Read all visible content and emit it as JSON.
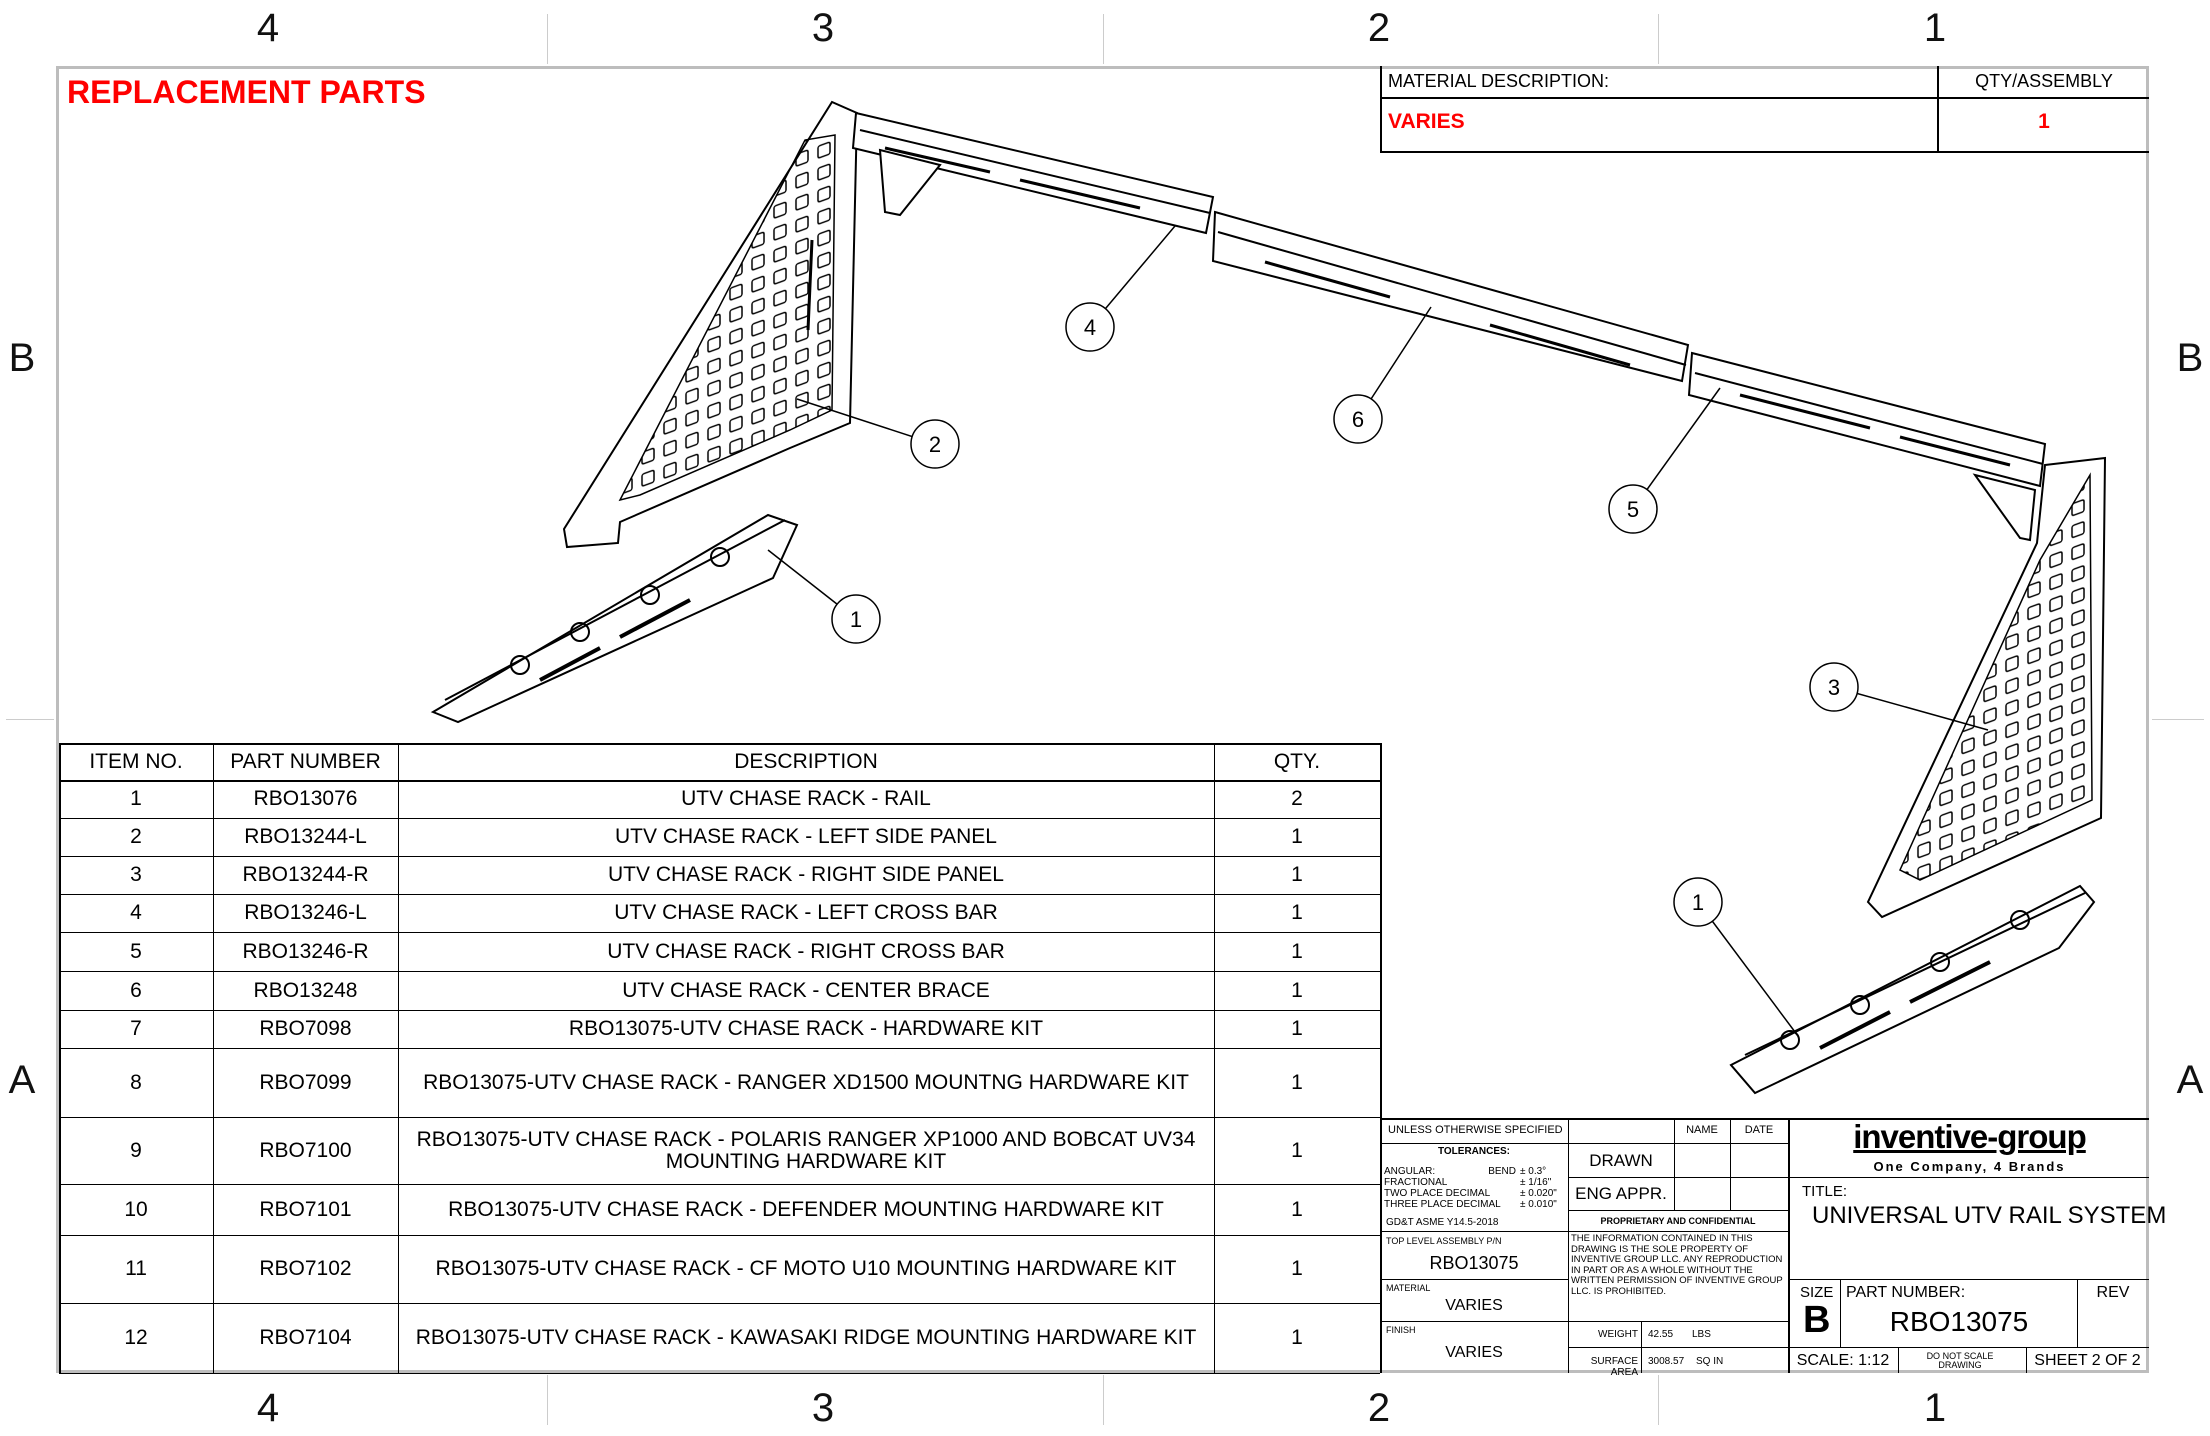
{
  "zones": {
    "columns": [
      "4",
      "3",
      "2",
      "1"
    ],
    "rows": [
      "B",
      "A"
    ]
  },
  "heading": "REPLACEMENT PARTS",
  "material_block": {
    "description_label": "MATERIAL DESCRIPTION:",
    "qty_label": "QTY/ASSEMBLY",
    "description_value": "VARIES",
    "qty_value": "1"
  },
  "balloons": [
    "4",
    "2",
    "6",
    "5",
    "1",
    "3",
    "1"
  ],
  "bom": {
    "headers": [
      "ITEM NO.",
      "PART NUMBER",
      "DESCRIPTION",
      "QTY."
    ],
    "rows": [
      {
        "item": "1",
        "part": "RBO13076",
        "desc": "UTV CHASE RACK - RAIL",
        "qty": "2"
      },
      {
        "item": "2",
        "part": "RBO13244-L",
        "desc": "UTV CHASE RACK - LEFT SIDE PANEL",
        "qty": "1"
      },
      {
        "item": "3",
        "part": "RBO13244-R",
        "desc": "UTV CHASE RACK - RIGHT SIDE PANEL",
        "qty": "1"
      },
      {
        "item": "4",
        "part": "RBO13246-L",
        "desc": "UTV CHASE RACK - LEFT CROSS BAR",
        "qty": "1"
      },
      {
        "item": "5",
        "part": "RBO13246-R",
        "desc": "UTV CHASE RACK - RIGHT CROSS BAR",
        "qty": "1"
      },
      {
        "item": "6",
        "part": "RBO13248",
        "desc": "UTV CHASE RACK - CENTER BRACE",
        "qty": "1"
      },
      {
        "item": "7",
        "part": "RBO7098",
        "desc": "RBO13075-UTV CHASE RACK - HARDWARE KIT",
        "qty": "1"
      },
      {
        "item": "8",
        "part": "RBO7099",
        "desc": "RBO13075-UTV CHASE RACK - RANGER XD1500 MOUNTNG HARDWARE KIT",
        "qty": "1"
      },
      {
        "item": "9",
        "part": "RBO7100",
        "desc": "RBO13075-UTV CHASE RACK - POLARIS RANGER XP1000 AND BOBCAT UV34 MOUNTING HARDWARE KIT",
        "qty": "1"
      },
      {
        "item": "10",
        "part": "RBO7101",
        "desc": "RBO13075-UTV CHASE RACK - DEFENDER MOUNTING HARDWARE KIT",
        "qty": "1"
      },
      {
        "item": "11",
        "part": "RBO7102",
        "desc": "RBO13075-UTV CHASE RACK - CF MOTO U10 MOUNTING HARDWARE KIT",
        "qty": "1"
      },
      {
        "item": "12",
        "part": "RBO7104",
        "desc": "RBO13075-UTV CHASE RACK - KAWASAKI RIDGE MOUNTING HARDWARE KIT",
        "qty": "1"
      }
    ]
  },
  "title_block": {
    "unless": "UNLESS OTHERWISE SPECIFIED",
    "name": "NAME",
    "date": "DATE",
    "tolerances": "TOLERANCES:",
    "tol_lines": [
      {
        "label": "ANGULAR:",
        "sub": "BEND",
        "value": "± 0.3°"
      },
      {
        "label": "FRACTIONAL",
        "sub": "",
        "value": "± 1/16\""
      },
      {
        "label": "TWO PLACE DECIMAL",
        "sub": "",
        "value": "± 0.020\""
      },
      {
        "label": "THREE PLACE DECIMAL",
        "sub": "",
        "value": "± 0.010\""
      }
    ],
    "gdt": "GD&T ASME Y14.5-2018",
    "drawn": "DRAWN",
    "eng_appr": "ENG APPR.",
    "proprietary": "PROPRIETARY AND CONFIDENTIAL",
    "confidential_text": "THE INFORMATION CONTAINED IN THIS DRAWING IS THE SOLE PROPERTY OF INVENTIVE GROUP LLC.  ANY REPRODUCTION IN PART OR AS A WHOLE WITHOUT THE WRITTEN PERMISSION OF INVENTIVE GROUP LLC. IS PROHIBITED.",
    "top_level_label": "TOP LEVEL ASSEMBLY P/N",
    "top_level_value": "RBO13075",
    "material_label": "MATERIAL",
    "material_value": "VARIES",
    "finish_label": "FINISH",
    "finish_value": "VARIES",
    "weight_label": "WEIGHT",
    "weight_value": "42.55",
    "weight_unit": "LBS",
    "area_label": "SURFACE AREA",
    "area_value": "3008.57",
    "area_unit": "SQ IN",
    "logo": "inventive-group",
    "tagline": "One Company, 4 Brands",
    "title_label": "TITLE:",
    "title": "UNIVERSAL UTV RAIL SYSTEM",
    "size_label": "SIZE",
    "size": "B",
    "part_number_label": "PART NUMBER:",
    "part_number": "RBO13075",
    "rev_label": "REV",
    "scale": "SCALE: 1:12",
    "do_not_scale": "DO NOT SCALE DRAWING",
    "sheet": "SHEET 2 OF 2"
  }
}
